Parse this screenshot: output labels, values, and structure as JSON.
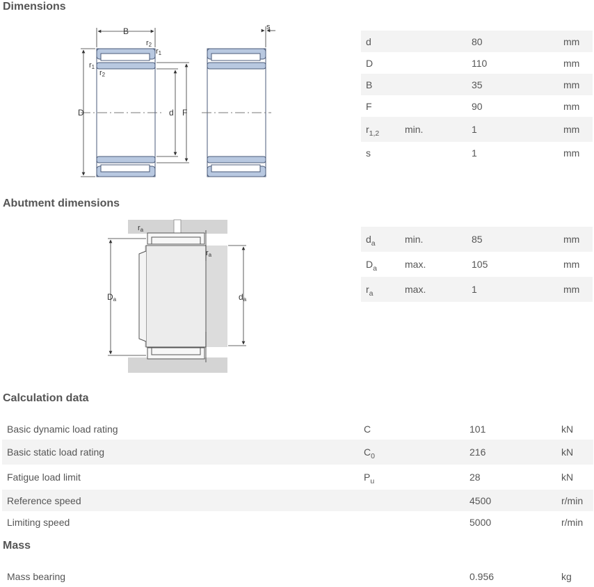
{
  "dimensions": {
    "title": "Dimensions",
    "drawing_labels": {
      "B": "B",
      "s": "s",
      "r1": "r",
      "r1_sub": "1",
      "r2": "r",
      "r2_sub": "2",
      "D": "D",
      "d": "d",
      "F": "F"
    },
    "rows": [
      {
        "sym": "d",
        "sub": "",
        "qual": "",
        "value": "80",
        "unit": "mm"
      },
      {
        "sym": "D",
        "sub": "",
        "qual": "",
        "value": "110",
        "unit": "mm"
      },
      {
        "sym": "B",
        "sub": "",
        "qual": "",
        "value": "35",
        "unit": "mm"
      },
      {
        "sym": "F",
        "sub": "",
        "qual": "",
        "value": "90",
        "unit": "mm"
      },
      {
        "sym": "r",
        "sub": "1,2",
        "qual": "min.",
        "value": "1",
        "unit": "mm"
      },
      {
        "sym": "s",
        "sub": "",
        "qual": "",
        "value": "1",
        "unit": "mm"
      }
    ]
  },
  "abutment": {
    "title": "Abutment dimensions",
    "drawing_labels": {
      "ra": "r",
      "ra_sub": "a",
      "Da": "D",
      "Da_sub": "a",
      "da": "d",
      "da_sub": "a"
    },
    "rows": [
      {
        "sym": "d",
        "sub": "a",
        "qual": "min.",
        "value": "85",
        "unit": "mm"
      },
      {
        "sym": "D",
        "sub": "a",
        "qual": "max.",
        "value": "105",
        "unit": "mm"
      },
      {
        "sym": "r",
        "sub": "a",
        "qual": "max.",
        "value": "1",
        "unit": "mm"
      }
    ]
  },
  "calculation": {
    "title": "Calculation data",
    "rows": [
      {
        "label": "Basic dynamic load rating",
        "sym": "C",
        "sub": "",
        "value": "101",
        "unit": "kN"
      },
      {
        "label": "Basic static load rating",
        "sym": "C",
        "sub": "0",
        "value": "216",
        "unit": "kN"
      },
      {
        "label": "Fatigue load limit",
        "sym": "P",
        "sub": "u",
        "value": "28",
        "unit": "kN"
      },
      {
        "label": "Reference speed",
        "sym": "",
        "sub": "",
        "value": "4500",
        "unit": "r/min"
      },
      {
        "label": "Limiting speed",
        "sym": "",
        "sub": "",
        "value": "5000",
        "unit": "r/min"
      }
    ]
  },
  "mass": {
    "title": "Mass",
    "rows": [
      {
        "label": "Mass bearing",
        "sym": "",
        "sub": "",
        "value": "0.956",
        "unit": "kg"
      }
    ]
  },
  "colors": {
    "bearing_fill": "#b8c8e0",
    "bearing_stroke": "#4a5a78",
    "housing": "#d4d4d4",
    "row_shade": "#f3f3f3"
  }
}
